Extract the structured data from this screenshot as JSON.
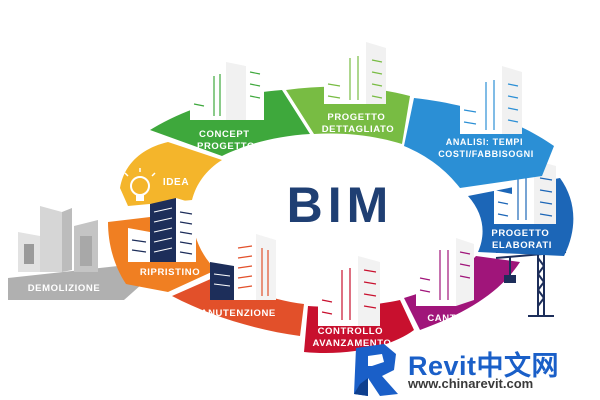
{
  "center": {
    "title": "BIM"
  },
  "phases": [
    {
      "id": "concept",
      "lines": [
        "CONCEPT",
        "PROGETTO"
      ],
      "color": "#3ea83c"
    },
    {
      "id": "dettagliato",
      "lines": [
        "PROGETTO",
        "DETTAGLIATO"
      ],
      "color": "#78bc43"
    },
    {
      "id": "analisi",
      "lines": [
        "ANALISI: TEMPI",
        "COSTI/FABBISOGNI"
      ],
      "color": "#2b8fd5"
    },
    {
      "id": "elaborati",
      "lines": [
        "PROGETTO",
        "ELABORATI"
      ],
      "color": "#1c66b7"
    },
    {
      "id": "cantiere",
      "lines": [
        "CANTIERE"
      ],
      "color": "#a0157a"
    },
    {
      "id": "controllo",
      "lines": [
        "CONTROLLO",
        "AVANZAMENTO"
      ],
      "color": "#c8102e"
    },
    {
      "id": "manutenzione",
      "lines": [
        "MANUTENZIONE"
      ],
      "color": "#e2502a"
    },
    {
      "id": "ripristino",
      "lines": [
        "RIPRISTINO"
      ],
      "color": "#f07f22"
    },
    {
      "id": "idea",
      "lines": [
        "IDEA"
      ],
      "color": "#f4b52b"
    },
    {
      "id": "demolizione",
      "lines": [
        "DEMOLIZIONE"
      ],
      "color": "#b0b0b0"
    }
  ],
  "icons": {
    "idea": "lightbulb-icon",
    "cantiere": "crane-icon",
    "watermark": "revit-r-logo-icon"
  },
  "watermark": {
    "name": "Revit中文网",
    "url": "www.chinarevit.com",
    "color": "#1a5fc8"
  }
}
